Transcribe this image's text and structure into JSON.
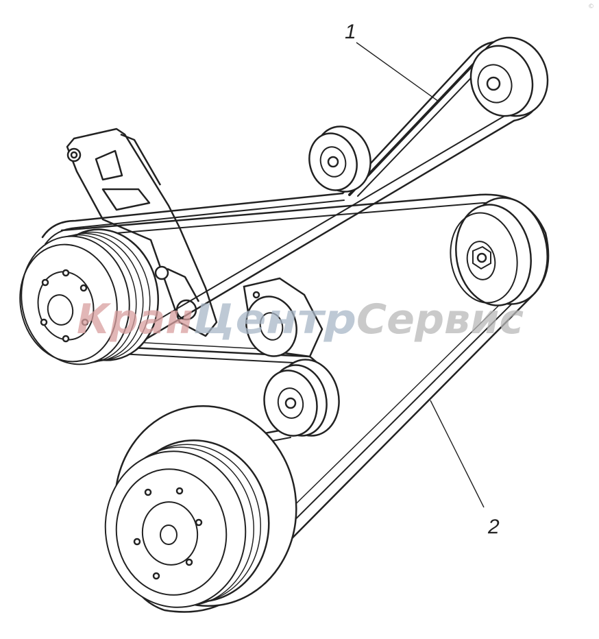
{
  "callouts": [
    {
      "label": "1"
    },
    {
      "label": "2"
    }
  ],
  "watermark": {
    "part_a": "Кран",
    "part_b": "Центр",
    "part_c": "Сервис",
    "color_a": "#d9a0a0",
    "color_b": "#a9b8c8",
    "color_c": "#b9b9b9"
  },
  "corner_mark": "©",
  "line_color": "#222222"
}
